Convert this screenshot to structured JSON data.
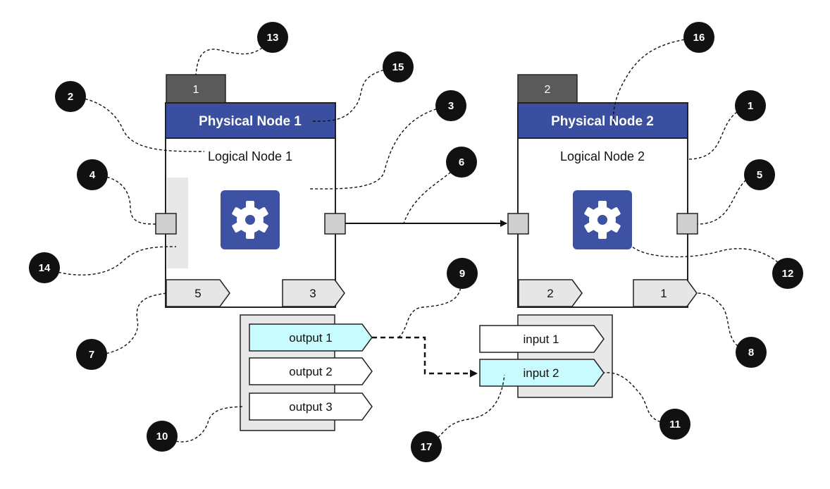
{
  "nodes": [
    {
      "tab": "1",
      "physical": "Physical Node 1",
      "logical": "Logical Node 1",
      "port_left": "5",
      "port_right": "3"
    },
    {
      "tab": "2",
      "physical": "Physical Node 2",
      "logical": "Logical Node 2",
      "port_left": "2",
      "port_right": "1"
    }
  ],
  "outputs": [
    "output 1",
    "output 2",
    "output 3"
  ],
  "inputs": [
    "input 1",
    "input 2"
  ],
  "callouts": [
    "1",
    "2",
    "3",
    "4",
    "5",
    "6",
    "7",
    "8",
    "9",
    "10",
    "11",
    "12",
    "13",
    "14",
    "15",
    "16",
    "17"
  ],
  "colors": {
    "header": "#3a4fa0",
    "tab": "#5a5a5a",
    "gear_tile": "#3d52a3",
    "highlight": "#c8fbfd",
    "port": "#cfcfcf",
    "panel": "#e8e8e8",
    "callout": "#111111"
  },
  "icons": {
    "node_icon": "gear-icon"
  }
}
